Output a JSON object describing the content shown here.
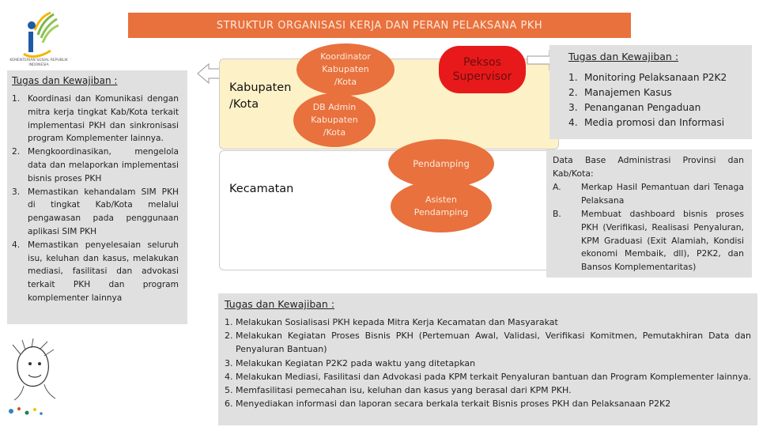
{
  "header": {
    "title": "STRUKTUR ORGANISASI KERJA DAN PERAN PELAKSANA PKH"
  },
  "logo": {
    "caption": "KEMENTERIAN SOSIAL REPUBLIK INDONESIA"
  },
  "left_panel": {
    "heading": "Tugas dan Kewajiban :",
    "items": [
      {
        "num": "1.",
        "text": "Koordinasi dan Komunikasi dengan mitra kerja tingkat Kab/Kota terkait implementasi PKH dan sinkronisasi program Komplementer lainnya."
      },
      {
        "num": "2.",
        "text": "Mengkoordinasikan, mengelola data dan melaporkan implementasi bisnis proses PKH"
      },
      {
        "num": "3.",
        "text": "Memastikan kehandalam SIM PKH di tingkat Kab/Kota melalui pengawasan pada penggunaan aplikasi SIM PKH"
      },
      {
        "num": "4.",
        "text": "Memastikan penyelesaian seluruh isu, keluhan dan kasus, melakukan mediasi, fasilitasi dan advokasi terkait PKH dan program komplementer lainnya"
      }
    ]
  },
  "structure": {
    "kabupaten_label": "Kabupaten /Kota",
    "kecamatan_label": "Kecamatan",
    "koordinator": "Koordinator Kabupaten /Kota",
    "db_admin": "DB Admin Kabupaten /Kota",
    "supervisor": "Peksos Supervisor",
    "pendamping": "Pendamping",
    "asisten": "Asisten Pendamping"
  },
  "right_tasks": {
    "heading": "Tugas dan Kewajiban :",
    "items": [
      {
        "num": "1.",
        "text": "Monitoring Pelaksanaan P2K2"
      },
      {
        "num": "2.",
        "text": "Manajemen Kasus"
      },
      {
        "num": "3.",
        "text": "Penanganan Pengaduan"
      },
      {
        "num": "4.",
        "text": "Media promosi dan Informasi"
      }
    ]
  },
  "data_base": {
    "intro": "Data Base Administrasi Provinsi dan Kab/Kota:",
    "items": [
      {
        "num": "A.",
        "text": "Merkap Hasil Pemantuan dari Tenaga Pelaksana"
      },
      {
        "num": "B.",
        "text": "Membuat dashboard bisnis proses PKH (Verifikasi, Realisasi Penyaluran, KPM Graduasi (Exit Alamiah, Kondisi ekonomi Membaik, dll), P2K2, dan Bansos Komplementaritas)"
      }
    ]
  },
  "bottom_panel": {
    "heading": "Tugas dan Kewajiban :",
    "items": [
      {
        "num": "1.",
        "text": "Melakukan Sosialisasi PKH kepada Mitra Kerja Kecamatan dan Masyarakat"
      },
      {
        "num": "2.",
        "text": "Melakukan Kegiatan Proses Bisnis PKH (Pertemuan Awal, Validasi, Verifikasi Komitmen, Pemutakhiran Data dan Penyaluran Bantuan)"
      },
      {
        "num": "3.",
        "text": "Melakukan Kegiatan P2K2 pada waktu yang ditetapkan"
      },
      {
        "num": "4.",
        "text": "Melakukan Mediasi, Fasilitasi dan Advokasi pada KPM terkait Penyaluran bantuan dan Program Komplementer lainnya."
      },
      {
        "num": "5.",
        "text": "Memfasilitasi pemecahan isu, keluhan dan kasus yang berasal dari KPM PKH."
      },
      {
        "num": "6.",
        "text": "Menyediakan informasi dan laporan secara berkala terkait Bisnis proses PKH dan Pelaksanaan P2K2"
      }
    ]
  },
  "colors": {
    "accent": "#e8713d",
    "supervisor": "#e8191a",
    "kabupaten_bg": "#fdf1c7",
    "panel_bg": "#e0e0e0",
    "logo_blue": "#1f5aa6",
    "logo_yellow": "#f2b705"
  },
  "icons": [
    "logo-emblem",
    "left-arrow-icon",
    "right-arrow-icon",
    "caricature-sketch",
    "decorative-dots"
  ]
}
